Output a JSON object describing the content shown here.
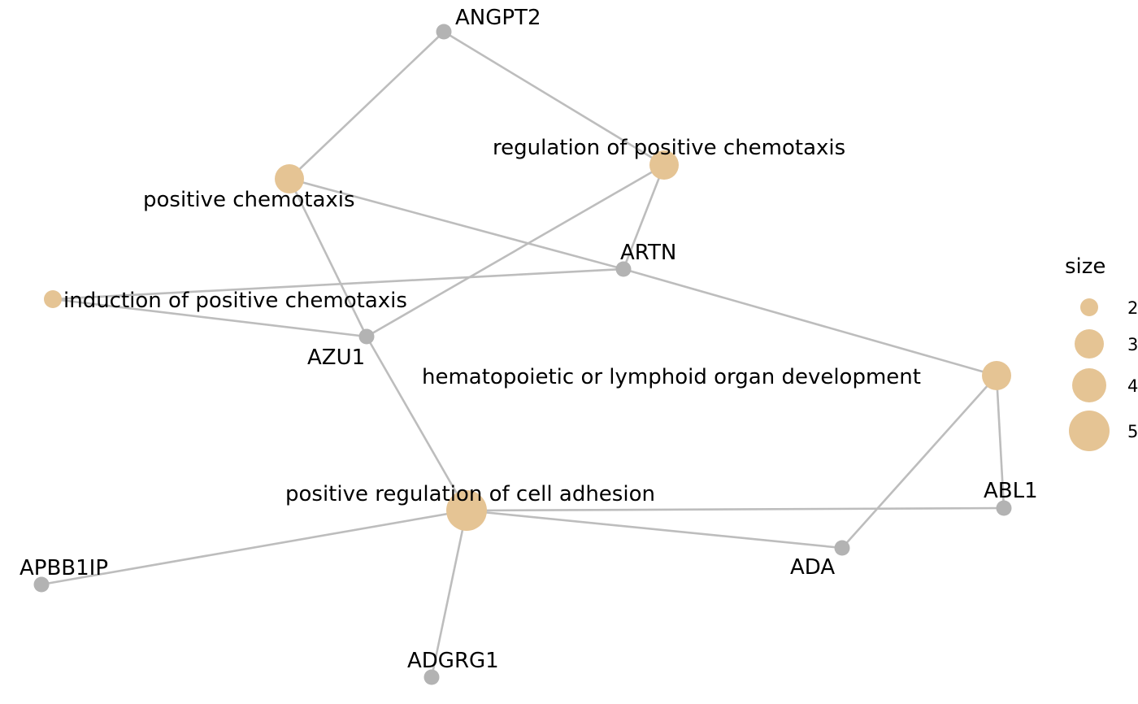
{
  "network": {
    "gene_color": "#b3b3b3",
    "term_color": "#e5c494",
    "edge_color": "#bdbdbd",
    "nodes": [
      {
        "id": "angpt2",
        "label": "ANGPT2",
        "kind": "gene"
      },
      {
        "id": "artn",
        "label": "ARTN",
        "kind": "gene"
      },
      {
        "id": "azu1",
        "label": "AZU1",
        "kind": "gene"
      },
      {
        "id": "abl1",
        "label": "ABL1",
        "kind": "gene"
      },
      {
        "id": "ada",
        "label": "ADA",
        "kind": "gene"
      },
      {
        "id": "apbb1ip",
        "label": "APBB1IP",
        "kind": "gene"
      },
      {
        "id": "adgrg1",
        "label": "ADGRG1",
        "kind": "gene"
      },
      {
        "id": "pos_chemotaxis",
        "label": "positive chemotaxis",
        "kind": "term",
        "size": 3
      },
      {
        "id": "reg_pos_chemotaxis",
        "label": "regulation of positive chemotaxis",
        "kind": "term",
        "size": 3
      },
      {
        "id": "ind_pos_chemotaxis",
        "label": "induction of positive chemotaxis",
        "kind": "term",
        "size": 2
      },
      {
        "id": "hema_lymph",
        "label": "hematopoietic or lymphoid organ development",
        "kind": "term",
        "size": 3
      },
      {
        "id": "pos_reg_adhesion",
        "label": "positive regulation of cell adhesion",
        "kind": "term",
        "size": 5
      }
    ],
    "edges": [
      [
        "angpt2",
        "pos_chemotaxis"
      ],
      [
        "angpt2",
        "reg_pos_chemotaxis"
      ],
      [
        "pos_chemotaxis",
        "artn"
      ],
      [
        "pos_chemotaxis",
        "azu1"
      ],
      [
        "reg_pos_chemotaxis",
        "artn"
      ],
      [
        "reg_pos_chemotaxis",
        "azu1"
      ],
      [
        "ind_pos_chemotaxis",
        "artn"
      ],
      [
        "ind_pos_chemotaxis",
        "azu1"
      ],
      [
        "artn",
        "hema_lymph"
      ],
      [
        "azu1",
        "pos_reg_adhesion"
      ],
      [
        "hema_lymph",
        "abl1"
      ],
      [
        "hema_lymph",
        "ada"
      ],
      [
        "pos_reg_adhesion",
        "abl1"
      ],
      [
        "pos_reg_adhesion",
        "ada"
      ],
      [
        "pos_reg_adhesion",
        "apbb1ip"
      ],
      [
        "pos_reg_adhesion",
        "adgrg1"
      ]
    ]
  },
  "legend": {
    "title": "size",
    "items": [
      {
        "label": "2",
        "size": 2
      },
      {
        "label": "3",
        "size": 3
      },
      {
        "label": "4",
        "size": 4
      },
      {
        "label": "5",
        "size": 5
      }
    ]
  }
}
